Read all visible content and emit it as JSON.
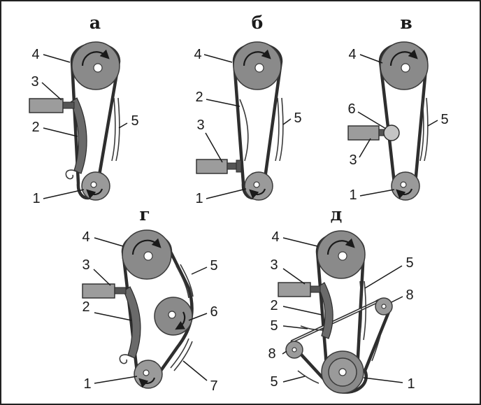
{
  "panels": [
    {
      "letter": "а",
      "labels": {
        "l1": "1",
        "l2": "2",
        "l3": "3",
        "l4": "4",
        "l5": "5"
      }
    },
    {
      "letter": "б",
      "labels": {
        "l1": "1",
        "l2": "2",
        "l3": "3",
        "l4": "4",
        "l5": "5"
      }
    },
    {
      "letter": "в",
      "labels": {
        "l1": "1",
        "l3": "3",
        "l4": "4",
        "l5": "5",
        "l6": "6"
      }
    },
    {
      "letter": "г",
      "labels": {
        "l1": "1",
        "l2": "2",
        "l3": "3",
        "l4": "4",
        "l5": "5",
        "l6": "6",
        "l7": "7"
      }
    },
    {
      "letter": "д",
      "labels": {
        "l1": "1",
        "l2": "2",
        "l3": "3",
        "l4": "4",
        "l5a": "5",
        "l5b": "5",
        "l5c": "5",
        "l8a": "8",
        "l8b": "8"
      }
    }
  ]
}
